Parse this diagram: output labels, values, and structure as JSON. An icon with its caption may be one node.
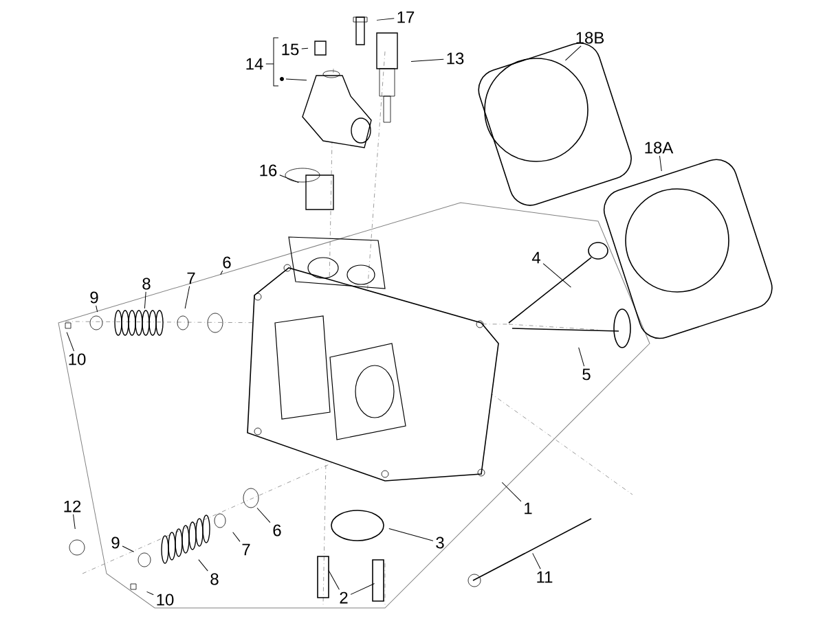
{
  "diagram": {
    "nodes": [
      {
        "text": [
          "17"
        ]
      },
      {
        "text": [
          "15"
        ]
      },
      {
        "text": [
          "14"
        ]
      },
      {
        "text": [
          "13"
        ]
      },
      {
        "text": [
          "18B"
        ]
      },
      {
        "text": [
          "18A"
        ]
      },
      {
        "text": [
          "16"
        ]
      },
      {
        "text": [
          "4"
        ]
      },
      {
        "text": [
          "6"
        ]
      },
      {
        "text": [
          "7"
        ]
      },
      {
        "text": [
          "8"
        ]
      },
      {
        "text": [
          "9"
        ]
      },
      {
        "text": [
          "10"
        ]
      },
      {
        "text": [
          "5"
        ]
      },
      {
        "text": [
          "1"
        ]
      },
      {
        "text": [
          "12"
        ]
      },
      {
        "text": [
          "6"
        ]
      },
      {
        "text": [
          "7"
        ]
      },
      {
        "text": [
          "3"
        ]
      },
      {
        "text": [
          "9"
        ]
      },
      {
        "text": [
          "8"
        ]
      },
      {
        "text": [
          "11"
        ]
      },
      {
        "text": [
          "2"
        ]
      },
      {
        "text": [
          "10"
        ]
      }
    ],
    "edges": [
      {
        "from": 0,
        "to": null,
        "arrow": "none"
      },
      {
        "from": 1,
        "to": null,
        "arrow": "none"
      },
      {
        "from": 2,
        "to": null,
        "arrow": "none"
      },
      {
        "from": 3,
        "to": null,
        "arrow": "none"
      },
      {
        "from": 4,
        "to": null,
        "arrow": "none"
      },
      {
        "from": 5,
        "to": null,
        "arrow": "none"
      },
      {
        "from": 6,
        "to": null,
        "arrow": "none"
      },
      {
        "from": 7,
        "to": null,
        "arrow": "none"
      },
      {
        "from": 8,
        "to": null,
        "arrow": "none"
      },
      {
        "from": 9,
        "to": null,
        "arrow": "none"
      },
      {
        "from": 10,
        "to": null,
        "arrow": "none"
      },
      {
        "from": 11,
        "to": null,
        "arrow": "none"
      },
      {
        "from": 12,
        "to": null,
        "arrow": "none"
      },
      {
        "from": 13,
        "to": null,
        "arrow": "none"
      },
      {
        "from": 14,
        "to": null,
        "arrow": "none"
      },
      {
        "from": 15,
        "to": null,
        "arrow": "none"
      },
      {
        "from": 16,
        "to": null,
        "arrow": "none"
      },
      {
        "from": 17,
        "to": null,
        "arrow": "none"
      },
      {
        "from": 18,
        "to": null,
        "arrow": "none"
      },
      {
        "from": 19,
        "to": null,
        "arrow": "none"
      },
      {
        "from": 20,
        "to": null,
        "arrow": "none"
      },
      {
        "from": 21,
        "to": null,
        "arrow": "none"
      },
      {
        "from": 22,
        "to": null,
        "arrow": "none"
      },
      {
        "from": 22,
        "to": null,
        "arrow": "none"
      },
      {
        "from": 23,
        "to": null,
        "arrow": "none"
      }
    ]
  }
}
